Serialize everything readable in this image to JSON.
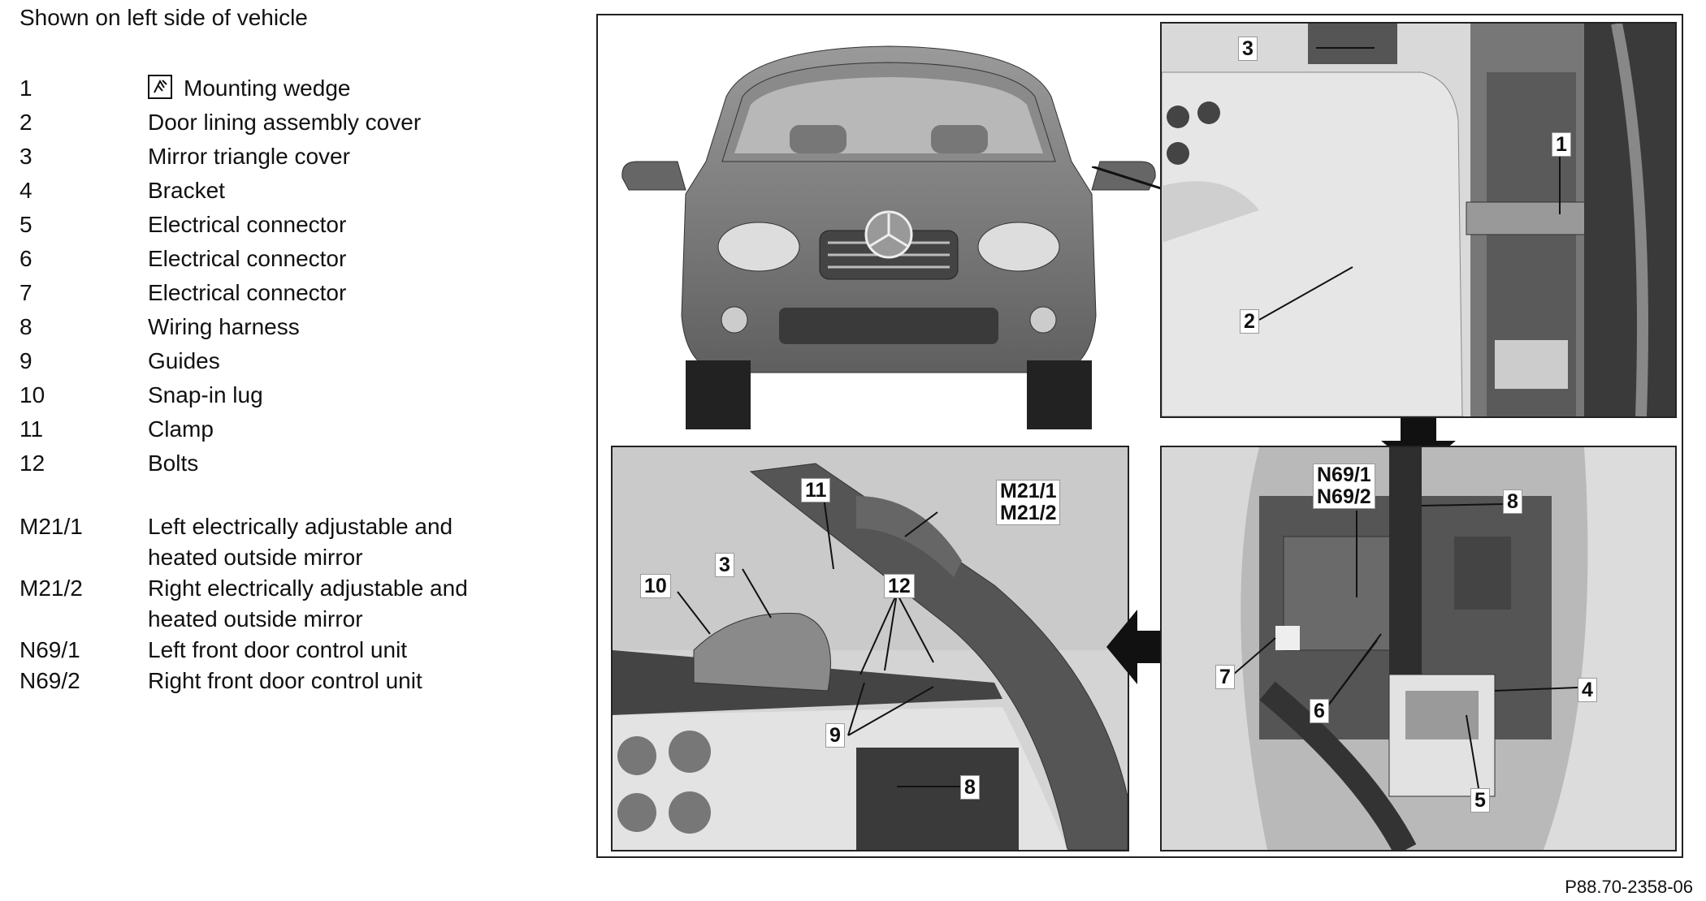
{
  "heading": "Shown on left side of vehicle",
  "legend_items": [
    {
      "num": "1",
      "text": "Mounting wedge",
      "icon": "mounting-wedge-icon"
    },
    {
      "num": "2",
      "text": "Door lining assembly cover"
    },
    {
      "num": "3",
      "text": "Mirror triangle cover"
    },
    {
      "num": "4",
      "text": "Bracket"
    },
    {
      "num": "5",
      "text": "Electrical connector"
    },
    {
      "num": "6",
      "text": "Electrical connector"
    },
    {
      "num": "7",
      "text": "Electrical connector"
    },
    {
      "num": "8",
      "text": "Wiring harness"
    },
    {
      "num": "9",
      "text": "Guides"
    },
    {
      "num": "10",
      "text": "Snap-in lug"
    },
    {
      "num": "11",
      "text": "Clamp"
    },
    {
      "num": "12",
      "text": "Bolts"
    }
  ],
  "component_codes": [
    {
      "code": "M21/1",
      "text": "Left electrically adjustable and\nheated outside mirror"
    },
    {
      "code": "M21/2",
      "text": "Right electrically adjustable and\nheated outside mirror"
    },
    {
      "code": "N69/1",
      "text": "Left front door control unit"
    },
    {
      "code": "N69/2",
      "text": "Right front door control unit"
    }
  ],
  "figure": {
    "callouts_panel_tr": [
      "3",
      "1",
      "2"
    ],
    "callouts_panel_bl": [
      "11",
      "M21/1\nM21/2",
      "10",
      "3",
      "12",
      "9",
      "8"
    ],
    "callouts_panel_br": [
      "N69/1\nN69/2",
      "8",
      "7",
      "6",
      "4",
      "5"
    ],
    "code": "P88.70-2358-06"
  }
}
